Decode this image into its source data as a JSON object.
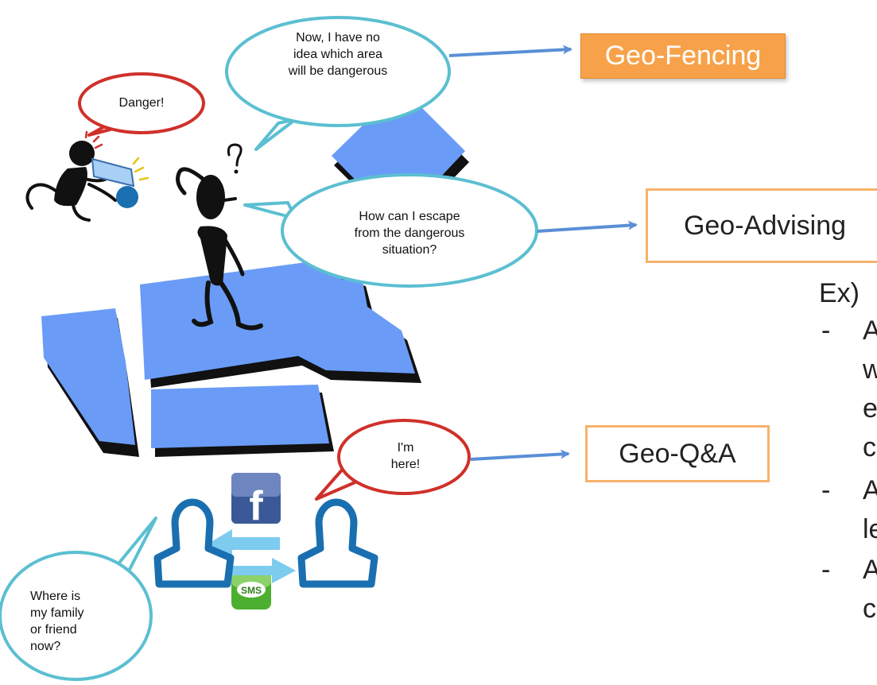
{
  "bubbles": {
    "danger": "Danger!",
    "no_idea_lines": [
      "Now, I have no",
      "idea which area",
      "will be dangerous"
    ],
    "escape_lines": [
      "How can I escape",
      "from the dangerous",
      "situation?"
    ],
    "here_lines": [
      "I'm",
      "here!"
    ],
    "where_lines": [
      "Where is",
      "my family",
      "or friend",
      "now?"
    ]
  },
  "boxes": {
    "geo_fencing": "Geo-Fencing",
    "geo_advising": "Geo-Advising",
    "geo_qa": "Geo-Q&A"
  },
  "example": {
    "title": "Ex)",
    "items": [
      {
        "dash": "-",
        "lines": [
          "A",
          "w",
          "e",
          "c"
        ]
      },
      {
        "dash": "-",
        "lines": [
          "A",
          "le"
        ]
      },
      {
        "dash": "-",
        "lines": [
          "A",
          "c"
        ]
      }
    ]
  },
  "icons": {
    "facebook_letter": "f",
    "sms_label": "SMS"
  },
  "colors": {
    "map_blue": "#6a9cf7",
    "arrow_blue": "#5a8fd6",
    "bubble_red": "#d0302a",
    "bubble_teal": "#5bbfd1",
    "person_blue": "#1a6fb0",
    "light_arrow": "#7ecbf0",
    "box_orange": "#f7a24a",
    "box_border": "#f6b26b"
  }
}
